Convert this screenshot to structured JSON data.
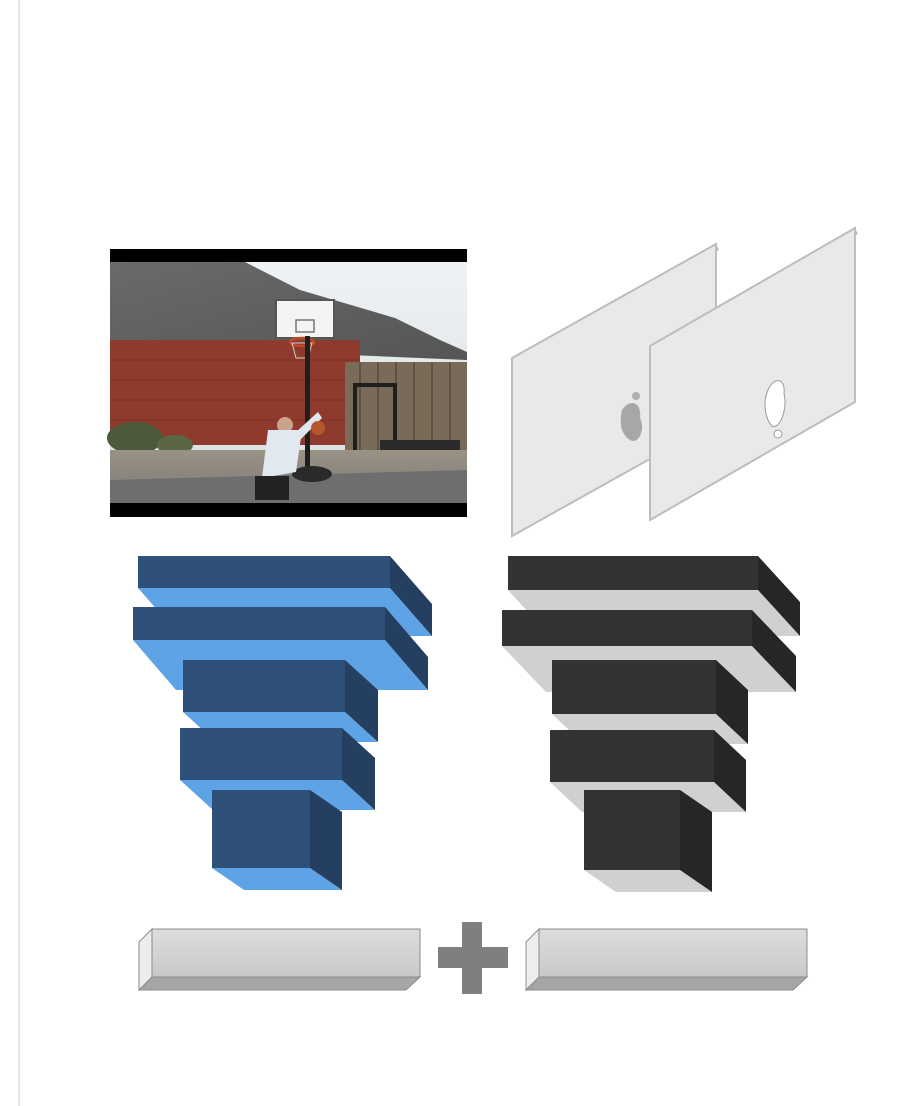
{
  "diagram": {
    "rgb_stream": {
      "input": {
        "kind": "video-frame",
        "depicts": "person-shooting-basketball"
      },
      "network": {
        "color": "#2f5078",
        "highlight": "#5ea3e6",
        "layers": 5
      }
    },
    "flow_stream": {
      "input": {
        "kind": "optical-flow-frames",
        "count": 2
      },
      "network": {
        "color": "#333333",
        "highlight": "#d0d0d0",
        "layers": 5
      }
    },
    "fusion": {
      "operator_icon": "plus-icon",
      "color": "#7f7f7f"
    },
    "feature_vector_color": "#d4d2d2"
  }
}
